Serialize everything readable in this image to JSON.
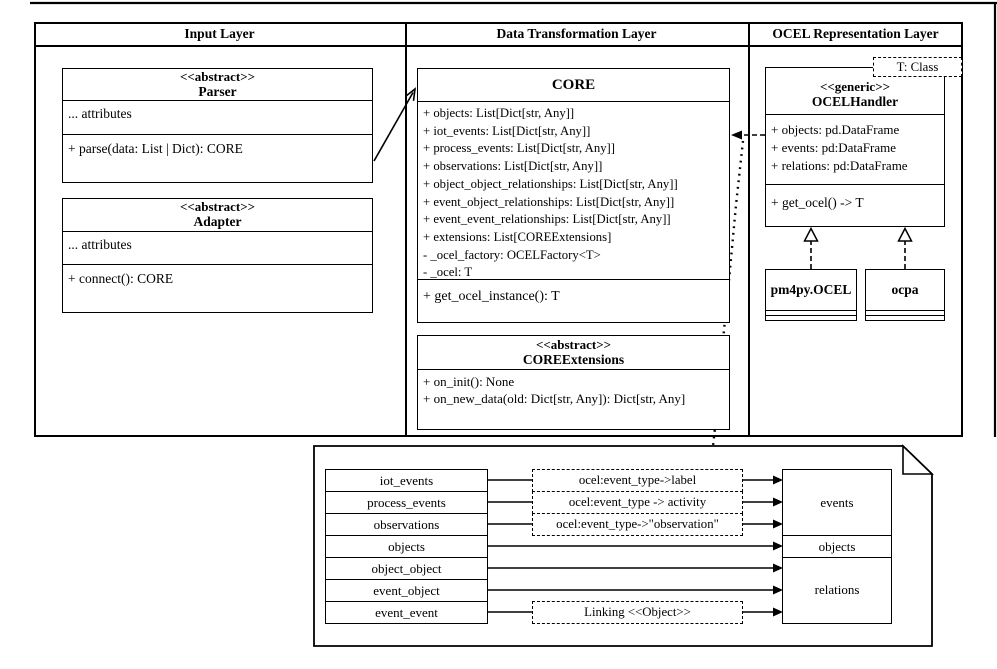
{
  "layers": {
    "input": "Input Layer",
    "transform": "Data Transformation Layer",
    "ocel": "OCEL Representation Layer"
  },
  "parser": {
    "stereotype": "<<abstract>>",
    "name": "Parser",
    "attrs": [
      "... attributes"
    ],
    "methods": [
      "+ parse(data: List | Dict): CORE"
    ]
  },
  "adapter": {
    "stereotype": "<<abstract>>",
    "name": "Adapter",
    "attrs": [
      "... attributes"
    ],
    "methods": [
      "+ connect(): CORE"
    ]
  },
  "core": {
    "name": "CORE",
    "attrs": [
      "+ objects: List[Dict[str, Any]]",
      "+ iot_events: List[Dict[str, Any]]",
      "+ process_events: List[Dict[str, Any]]",
      "+ observations: List[Dict[str, Any]]",
      "+ object_object_relationships: List[Dict[str, Any]]",
      "+ event_object_relationships: List[Dict[str, Any]]",
      "+ event_event_relationships: List[Dict[str, Any]]",
      "+ extensions: List[COREExtensions]",
      "- _ocel_factory: OCELFactory<T>",
      "- _ocel: T"
    ],
    "methods": [
      "+ get_ocel_instance(): T"
    ]
  },
  "core_extensions": {
    "stereotype": "<<abstract>>",
    "name": "COREExtensions",
    "methods": [
      "+ on_init(): None",
      "+ on_new_data(old: Dict[str, Any]): Dict[str, Any]"
    ]
  },
  "ocel_handler": {
    "stereotype": "<<generic>>",
    "name": "OCELHandler",
    "type_param": "T: Class",
    "attrs": [
      "+ objects: pd.DataFrame",
      "+ events: pd:DataFrame",
      "+ relations: pd:DataFrame"
    ],
    "methods": [
      "+ get_ocel() -> T"
    ]
  },
  "implementations": {
    "pm4py": "pm4py.OCEL",
    "ocpa": "ocpa"
  },
  "mapping": {
    "sources": [
      "iot_events",
      "process_events",
      "observations",
      "objects",
      "object_object",
      "event_object",
      "event_event"
    ],
    "transforms": [
      "ocel:event_type->label",
      "ocel:event_type -> activity",
      "ocel:event_type->\"observation\"",
      "Linking <<Object>>"
    ],
    "targets": [
      "events",
      "objects",
      "relations"
    ]
  }
}
